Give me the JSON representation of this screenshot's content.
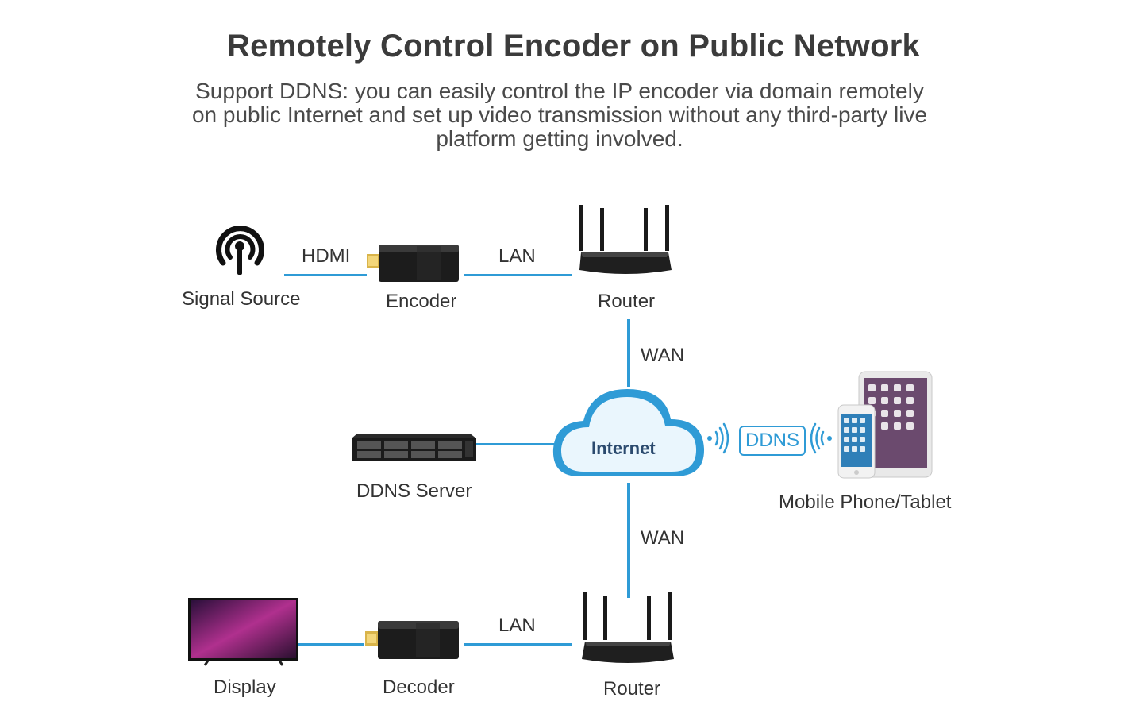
{
  "header": {
    "title": "Remotely Control Encoder on Public Network",
    "subtitle_lines": [
      "Support DDNS: you can easily control the IP encoder via domain remotely",
      "on public Internet and set up video transmission without any third-party live",
      "platform getting involved."
    ]
  },
  "nodes": {
    "signal_source": "Signal Source",
    "encoder": "Encoder",
    "router_top": "Router",
    "ddns_server": "DDNS Server",
    "internet": "Internet",
    "mobile": "Mobile Phone/Tablet",
    "display": "Display",
    "decoder": "Decoder",
    "router_bottom": "Router"
  },
  "links": {
    "hdmi": "HDMI",
    "lan_top": "LAN",
    "wan_top": "WAN",
    "wan_bottom": "WAN",
    "lan_bottom": "LAN",
    "ddns": "DDNS"
  },
  "colors": {
    "link_line": "#2f9bd6",
    "cloud": "#2f9bd6",
    "device_dark": "#1e1e1e"
  }
}
